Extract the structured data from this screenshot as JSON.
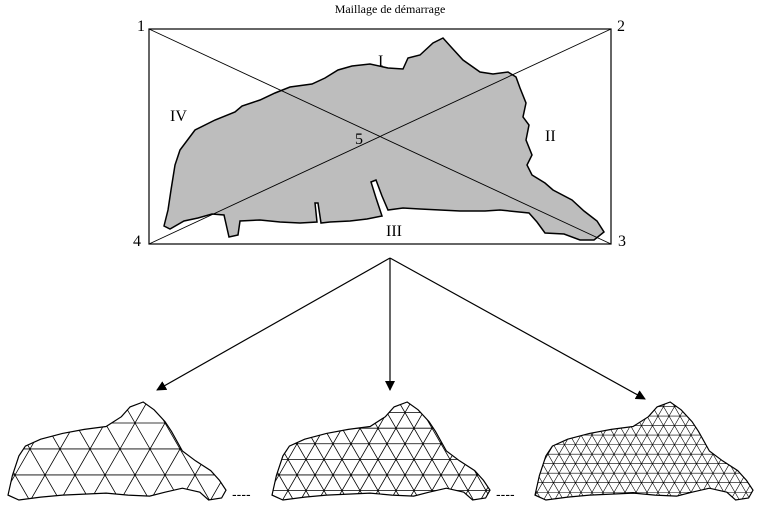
{
  "title": "Maillage de démarrage",
  "corners": {
    "c1": "1",
    "c2": "2",
    "c3": "3",
    "c4": "4",
    "c5": "5"
  },
  "regions": {
    "r1": "I",
    "r2": "II",
    "r3": "III",
    "r4": "IV"
  },
  "separators": {
    "s1": "----",
    "s2": "----"
  },
  "colors": {
    "shape_fill": "#bdbdbd",
    "stroke": "#000000",
    "mesh_fill": "#ffffff"
  },
  "meshes": [
    {
      "id": "coarse",
      "density": "coarse"
    },
    {
      "id": "medium",
      "density": "medium"
    },
    {
      "id": "fine",
      "density": "fine"
    }
  ]
}
